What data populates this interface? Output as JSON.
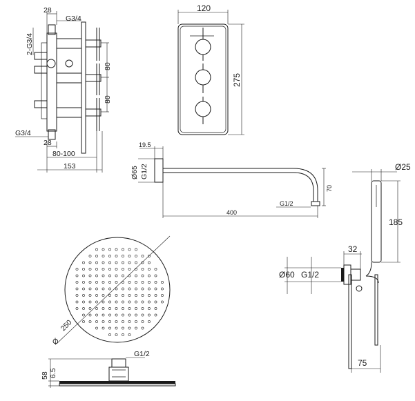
{
  "valve": {
    "dim_28_top": "28",
    "dim_g34_top": "G3/4",
    "dim_2g34": "2-G3/4",
    "dim_80_a": "80",
    "dim_80_b": "80",
    "dim_g34_bottom": "G3/4",
    "dim_28_bottom": "28",
    "dim_80_100": "80-100",
    "dim_153": "153"
  },
  "faceplate": {
    "dim_120": "120",
    "dim_275": "275"
  },
  "arm": {
    "dim_19_5": "19.5",
    "dim_d65": "Ø65",
    "dim_g12_wall": "G1/2",
    "dim_70": "70",
    "dim_g12_end": "G1/2",
    "dim_400": "400"
  },
  "handset": {
    "dim_d25": "Ø25",
    "dim_185": "185",
    "dim_32": "32",
    "dim_d60": "Ø60",
    "dim_g12": "G1/2",
    "dim_75": "75"
  },
  "head": {
    "dim_250": "250",
    "dim_dia": "Ø",
    "dim_g12": "G1/2",
    "dim_58": "58",
    "dim_6_5": "6.5"
  }
}
